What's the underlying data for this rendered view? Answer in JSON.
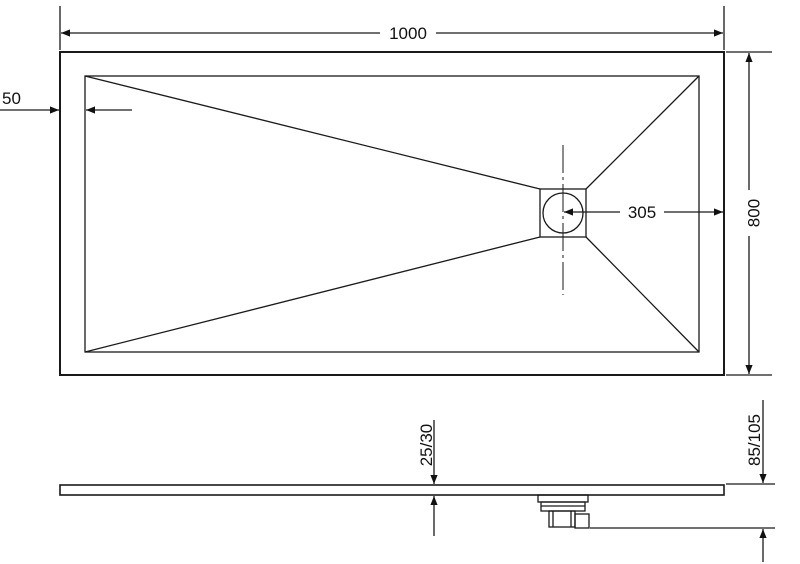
{
  "dimensions": {
    "width": "1000",
    "depth": "800",
    "rim": "50",
    "drain_offset": "305",
    "tray_height": "25/30",
    "total_height": "85/105"
  },
  "colors": {
    "line": "#1a1a1a",
    "background": "#ffffff"
  }
}
